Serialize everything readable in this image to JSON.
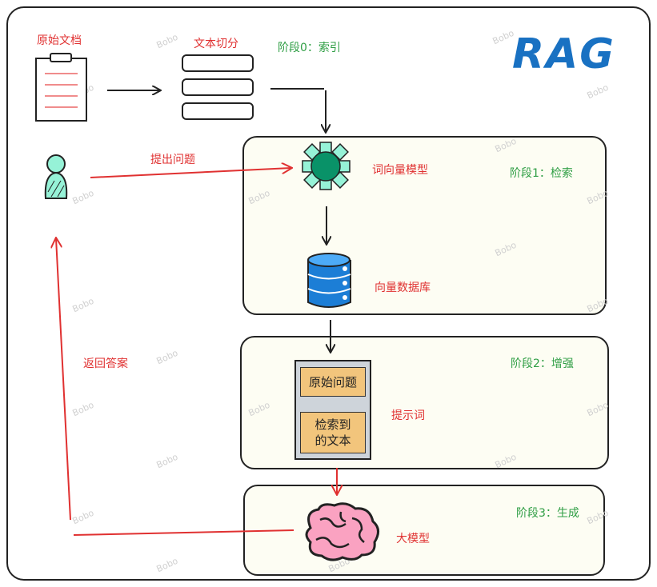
{
  "title": "RAG",
  "watermark": "Bobo",
  "labels": {
    "doc": "原始文档",
    "chunk": "文本切分",
    "stage0": "阶段0：索引",
    "question": "提出问题",
    "embed": "词向量模型",
    "stage1": "阶段1：检索",
    "vectordb": "向量数据库",
    "answer": "返回答案",
    "stage2": "阶段2：增强",
    "prompt": "提示词",
    "card_orig": "原始问题",
    "card_retrieved_1": "检索到",
    "card_retrieved_2": "的文本",
    "stage3": "阶段3：生成",
    "llm": "大模型"
  },
  "colors": {
    "red": "#e03131",
    "green": "#2f9e44",
    "blue": "#1971c2",
    "teal": "#96f2d7",
    "embed_green": "#099268",
    "db_blue": "#1c7ed6",
    "brain_pink": "#faa2c1",
    "card_orange": "#f2c57c"
  }
}
